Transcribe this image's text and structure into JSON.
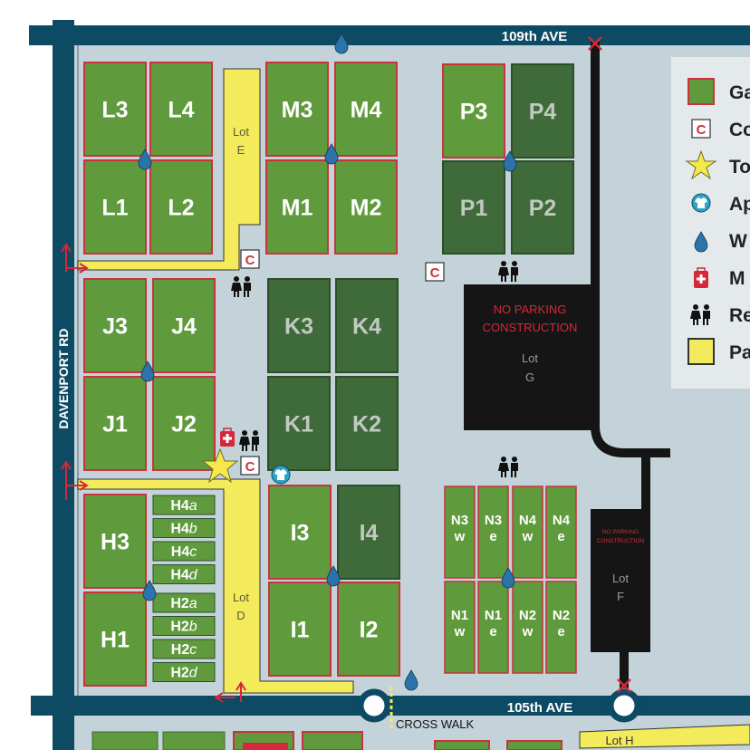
{
  "roads": {
    "ave_109": "109th AVE",
    "ave_105": "105th AVE",
    "davenport": "DAVENPORT RD",
    "crosswalk": "CROSS WALK"
  },
  "plots": [
    {
      "id": "L3",
      "label": "L3",
      "tone": "light"
    },
    {
      "id": "L4",
      "label": "L4",
      "tone": "light"
    },
    {
      "id": "L1",
      "label": "L1",
      "tone": "light"
    },
    {
      "id": "L2",
      "label": "L2",
      "tone": "light"
    },
    {
      "id": "M3",
      "label": "M3",
      "tone": "light"
    },
    {
      "id": "M4",
      "label": "M4",
      "tone": "light"
    },
    {
      "id": "M1",
      "label": "M1",
      "tone": "light"
    },
    {
      "id": "M2",
      "label": "M2",
      "tone": "light"
    },
    {
      "id": "P3",
      "label": "P3",
      "tone": "light"
    },
    {
      "id": "P4",
      "label": "P4",
      "tone": "dark"
    },
    {
      "id": "P1",
      "label": "P1",
      "tone": "dark"
    },
    {
      "id": "P2",
      "label": "P2",
      "tone": "dark"
    },
    {
      "id": "J3",
      "label": "J3",
      "tone": "light"
    },
    {
      "id": "J4",
      "label": "J4",
      "tone": "light"
    },
    {
      "id": "J1",
      "label": "J1",
      "tone": "light"
    },
    {
      "id": "J2",
      "label": "J2",
      "tone": "light"
    },
    {
      "id": "K3",
      "label": "K3",
      "tone": "dark"
    },
    {
      "id": "K4",
      "label": "K4",
      "tone": "dark"
    },
    {
      "id": "K1",
      "label": "K1",
      "tone": "dark"
    },
    {
      "id": "K2",
      "label": "K2",
      "tone": "dark"
    },
    {
      "id": "H3",
      "label": "H3",
      "tone": "light"
    },
    {
      "id": "H1",
      "label": "H1",
      "tone": "light"
    },
    {
      "id": "I3",
      "label": "I3",
      "tone": "light"
    },
    {
      "id": "I4",
      "label": "I4",
      "tone": "dark"
    },
    {
      "id": "I1",
      "label": "I1",
      "tone": "light"
    },
    {
      "id": "I2",
      "label": "I2",
      "tone": "light"
    }
  ],
  "small_plots": [
    {
      "id": "H4a",
      "label": "H4",
      "sub": "a"
    },
    {
      "id": "H4b",
      "label": "H4",
      "sub": "b"
    },
    {
      "id": "H4c",
      "label": "H4",
      "sub": "c"
    },
    {
      "id": "H4d",
      "label": "H4",
      "sub": "d"
    },
    {
      "id": "H2a",
      "label": "H2",
      "sub": "a"
    },
    {
      "id": "H2b",
      "label": "H2",
      "sub": "b"
    },
    {
      "id": "H2c",
      "label": "H2",
      "sub": "c"
    },
    {
      "id": "H2d",
      "label": "H2",
      "sub": "d"
    }
  ],
  "n_plots": [
    {
      "id": "N3w",
      "line1": "N3",
      "line2": "w"
    },
    {
      "id": "N3e",
      "line1": "N3",
      "line2": "e"
    },
    {
      "id": "N4w",
      "line1": "N4",
      "line2": "w"
    },
    {
      "id": "N4e",
      "line1": "N4",
      "line2": "e"
    },
    {
      "id": "N1w",
      "line1": "N1",
      "line2": "w"
    },
    {
      "id": "N1e",
      "line1": "N1",
      "line2": "e"
    },
    {
      "id": "N2w",
      "line1": "N2",
      "line2": "w"
    },
    {
      "id": "N2e",
      "line1": "N2",
      "line2": "e"
    }
  ],
  "lots": {
    "lot_e": {
      "line1": "Lot",
      "line2": "E"
    },
    "lot_d": {
      "line1": "Lot",
      "line2": "D"
    },
    "lot_g": {
      "line1": "Lot",
      "line2": "G",
      "warn1": "NO PARKING",
      "warn2": "CONSTRUCTION"
    },
    "lot_f": {
      "line1": "Lot",
      "line2": "F",
      "warn1": "NO PARKING",
      "warn2": "CONSTRUCTION"
    },
    "lot_h": {
      "line1": "Lot H"
    }
  },
  "legend": [
    {
      "icon": "garden-plot-swatch",
      "text": "Ga"
    },
    {
      "icon": "compost-icon",
      "text": "Co",
      "glyph": "C"
    },
    {
      "icon": "star-icon",
      "text": "To"
    },
    {
      "icon": "apron-icon",
      "text": "Ap"
    },
    {
      "icon": "water-drop-icon",
      "text": "W"
    },
    {
      "icon": "medical-kit-icon",
      "text": "M"
    },
    {
      "icon": "restroom-icon",
      "text": "Re"
    },
    {
      "icon": "parking-swatch",
      "text": "Pa"
    }
  ],
  "colors": {
    "road": "#0d4a63",
    "ground": "#c4d3d9",
    "plot_light": "#5f9a3c",
    "plot_dark": "#3f6a39",
    "plot_border": "#c9333b",
    "parking": "#f3ea5c",
    "lot_black": "#151515",
    "warning_red": "#d5283a",
    "water": "#2b73a8"
  }
}
